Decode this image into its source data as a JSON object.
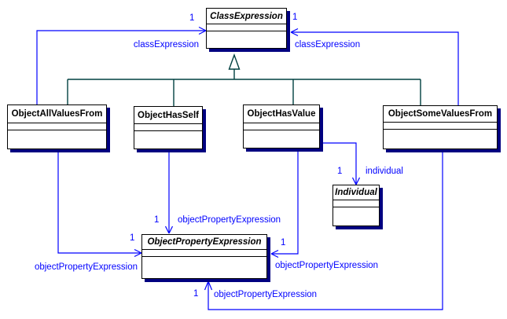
{
  "diagram": {
    "type": "uml-class-diagram",
    "colors": {
      "association": "#0000ff",
      "generalization": "#004040",
      "shadow": "#000080",
      "border": "#000000",
      "label": "#0000ff"
    },
    "classes": [
      {
        "name": "ClassExpression",
        "abstract": true
      },
      {
        "name": "ObjectAllValuesFrom",
        "abstract": false
      },
      {
        "name": "ObjectHasSelf",
        "abstract": false
      },
      {
        "name": "ObjectHasValue",
        "abstract": false
      },
      {
        "name": "ObjectSomeValuesFrom",
        "abstract": false
      },
      {
        "name": "Individual",
        "abstract": true
      },
      {
        "name": "ObjectPropertyExpression",
        "abstract": true
      }
    ],
    "association_labels": [
      {
        "role": "classExpression",
        "multiplicity": "1"
      },
      {
        "role": "classExpression",
        "multiplicity": "1"
      },
      {
        "role": "objectPropertyExpression",
        "multiplicity": "1"
      },
      {
        "role": "objectPropertyExpression",
        "multiplicity": "1"
      },
      {
        "role": "objectPropertyExpression",
        "multiplicity": "1"
      },
      {
        "role": "objectPropertyExpression",
        "multiplicity": "1"
      },
      {
        "role": "individual",
        "multiplicity": "1"
      }
    ],
    "generalizations": [
      {
        "from": "ObjectAllValuesFrom",
        "to": "ClassExpression"
      },
      {
        "from": "ObjectHasSelf",
        "to": "ClassExpression"
      },
      {
        "from": "ObjectHasValue",
        "to": "ClassExpression"
      },
      {
        "from": "ObjectSomeValuesFrom",
        "to": "ClassExpression"
      }
    ],
    "associations": [
      {
        "from": "ObjectAllValuesFrom",
        "to": "ClassExpression",
        "role": "classExpression",
        "multiplicity": "1"
      },
      {
        "from": "ObjectSomeValuesFrom",
        "to": "ClassExpression",
        "role": "classExpression",
        "multiplicity": "1"
      },
      {
        "from": "ObjectHasSelf",
        "to": "ObjectPropertyExpression",
        "role": "objectPropertyExpression",
        "multiplicity": "1"
      },
      {
        "from": "ObjectAllValuesFrom",
        "to": "ObjectPropertyExpression",
        "role": "objectPropertyExpression",
        "multiplicity": "1"
      },
      {
        "from": "ObjectHasValue",
        "to": "ObjectPropertyExpression",
        "role": "objectPropertyExpression",
        "multiplicity": "1"
      },
      {
        "from": "ObjectSomeValuesFrom",
        "to": "ObjectPropertyExpression",
        "role": "objectPropertyExpression",
        "multiplicity": "1"
      },
      {
        "from": "ObjectHasValue",
        "to": "Individual",
        "role": "individual",
        "multiplicity": "1"
      }
    ]
  }
}
